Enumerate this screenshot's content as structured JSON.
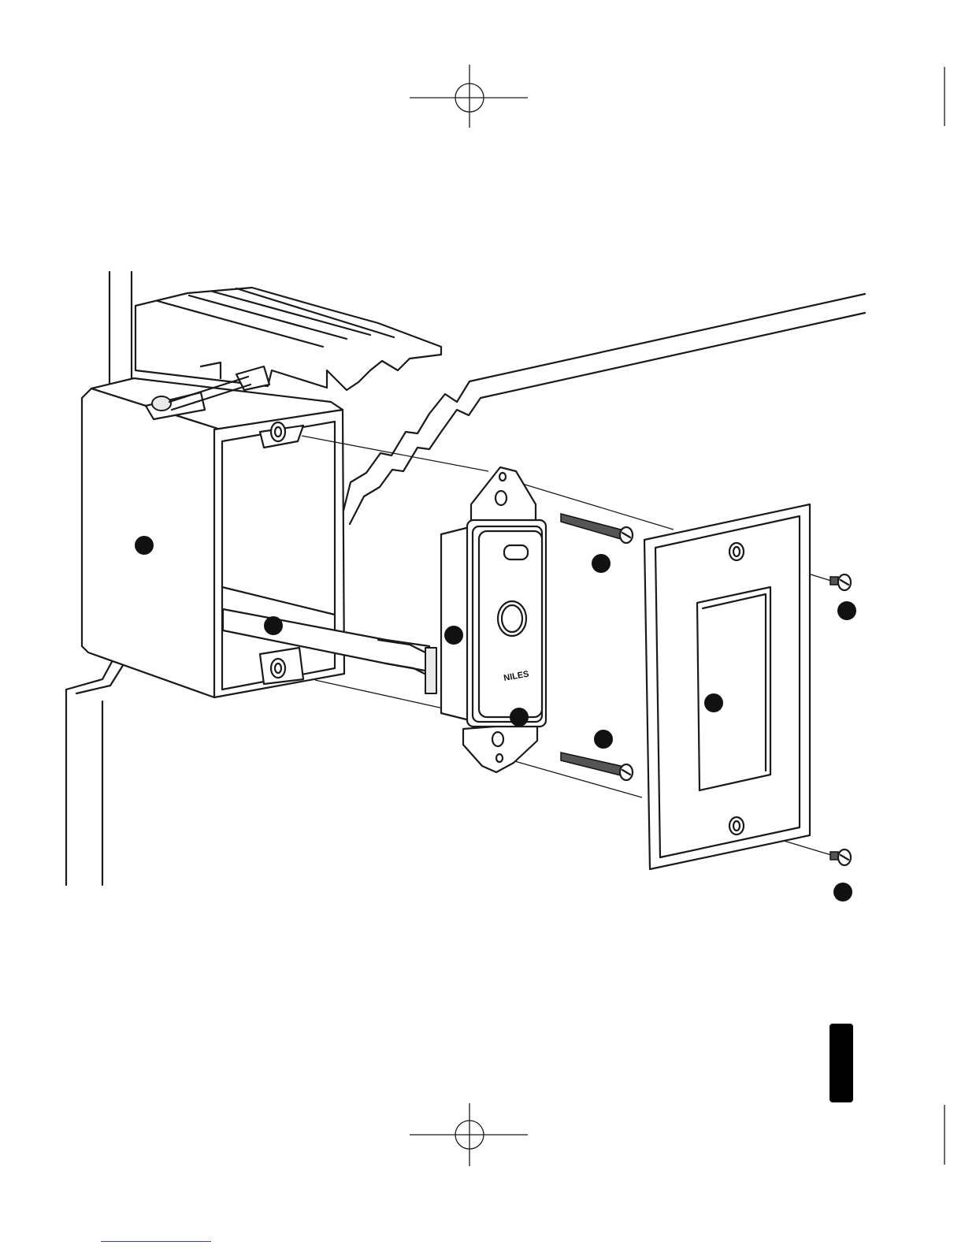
{
  "figure": {
    "brand_logo_text": "NILES",
    "callouts": [
      {
        "id": "wall-opening"
      },
      {
        "id": "cable"
      },
      {
        "id": "control-module"
      },
      {
        "id": "module-bracket"
      },
      {
        "id": "module-screw-top"
      },
      {
        "id": "module-screw-bottom"
      },
      {
        "id": "wallplate-window"
      },
      {
        "id": "wallplate-screw-top"
      },
      {
        "id": "wallplate-screw-bottom"
      }
    ],
    "side_tab": {
      "color": "#000000"
    }
  },
  "colors": {
    "line": "#1a1a1a",
    "callout": "#111111",
    "footer_rule": "#3b3bd6"
  }
}
